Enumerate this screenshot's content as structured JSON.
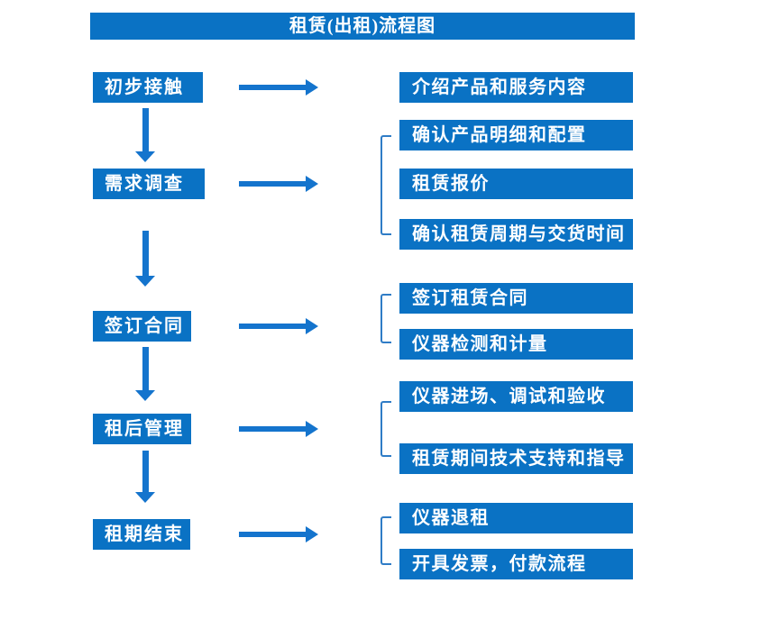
{
  "title": "租赁(出租)流程图",
  "colors": {
    "box_blue": "#0a72c4",
    "arrow_blue": "#1474cd",
    "bracket_blue": "#2f7cc6",
    "text_white": "#ffffff",
    "background": "#ffffff"
  },
  "flow": [
    {
      "step": "初步接触",
      "details": [
        "介绍产品和服务内容"
      ]
    },
    {
      "step": "需求调查",
      "details": [
        "确认产品明细和配置",
        "租赁报价",
        "确认租赁周期与交货时间"
      ]
    },
    {
      "step": "签订合同",
      "details": [
        "签订租赁合同",
        "仪器检测和计量"
      ]
    },
    {
      "step": "租后管理",
      "details": [
        "仪器进场、调试和验收",
        "租赁期间技术支持和指导"
      ]
    },
    {
      "step": "租期结束",
      "details": [
        "仪器退租",
        "开具发票，付款流程"
      ]
    }
  ]
}
